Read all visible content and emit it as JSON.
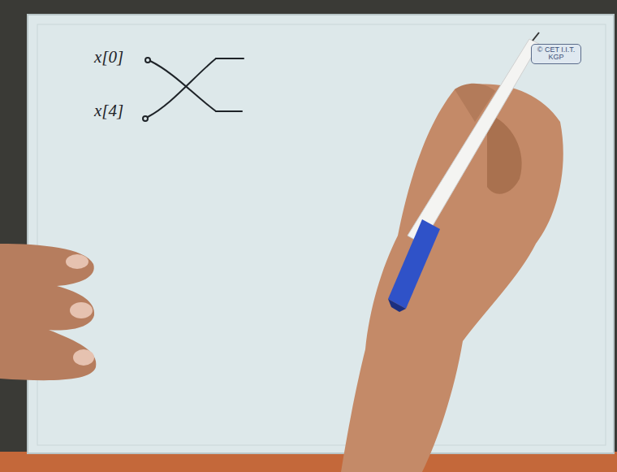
{
  "diagram": {
    "nodes": [
      {
        "text": [
          "© CET I.I.T. KGP"
        ]
      }
    ],
    "labels": [
      "x[0]",
      "x[4]"
    ]
  }
}
